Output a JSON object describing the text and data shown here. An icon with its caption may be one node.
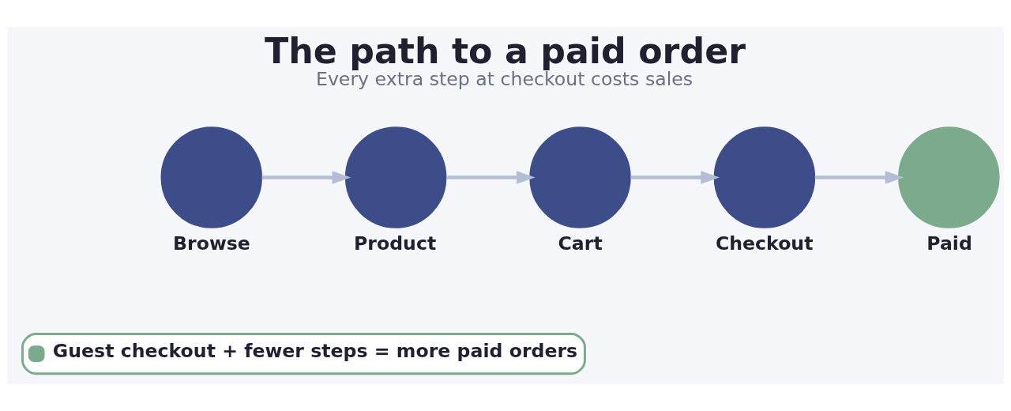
{
  "diagram": {
    "title": "The path to a paid order",
    "caption": "Every extra step at checkout costs sales",
    "nodes": [
      {
        "text": [
          "Browse"
        ]
      },
      {
        "text": [
          "Product"
        ]
      },
      {
        "text": [
          "Cart"
        ]
      },
      {
        "text": [
          "Checkout"
        ]
      },
      {
        "text": [
          "Paid"
        ]
      }
    ],
    "edges": [
      {
        "from": 0,
        "to": 1,
        "arrow": "to"
      },
      {
        "from": 1,
        "to": 2,
        "arrow": "to"
      },
      {
        "from": 2,
        "to": 3,
        "arrow": "to"
      },
      {
        "from": 3,
        "to": 4,
        "arrow": "to"
      }
    ],
    "legend": [
      {
        "text": "Guest checkout + fewer steps = more paid orders",
        "color": "#7bab8c"
      }
    ]
  }
}
